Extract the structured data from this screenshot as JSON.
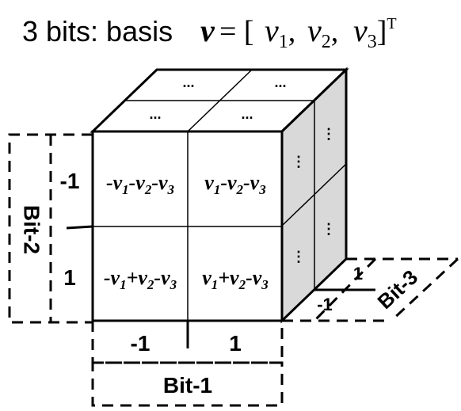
{
  "title": {
    "prefix": "3 bits: basis ",
    "vector": "v",
    "equals": " = [",
    "v": "v",
    "sub1": "1",
    "sep1": ", ",
    "sub2": "2",
    "sep2": ", ",
    "sub3": "3",
    "close": "]",
    "transpose": "T"
  },
  "front_face": {
    "cells": [
      {
        "parts": [
          "-v",
          "1",
          "-v",
          "2",
          "-v",
          "3"
        ]
      },
      {
        "parts": [
          "v",
          "1",
          "-v",
          "2",
          "-v",
          "3"
        ]
      },
      {
        "parts": [
          "-v",
          "1",
          "+v",
          "2",
          "-v",
          "3"
        ]
      },
      {
        "parts": [
          "v",
          "1",
          "+v",
          "2",
          "-v",
          "3"
        ]
      }
    ]
  },
  "placeholder_dots": "...",
  "placeholder_vdots": "⋮",
  "axes": {
    "bit1": {
      "label": "Bit-1",
      "ticks": [
        "-1",
        "1"
      ]
    },
    "bit2": {
      "label": "Bit-2",
      "ticks": [
        "-1",
        "1"
      ]
    },
    "bit3": {
      "label": "Bit-3",
      "ticks": [
        "1",
        "-1"
      ]
    }
  },
  "colors": {
    "side_face": "#d9d9d9",
    "line": "#000000",
    "background": "#ffffff"
  }
}
